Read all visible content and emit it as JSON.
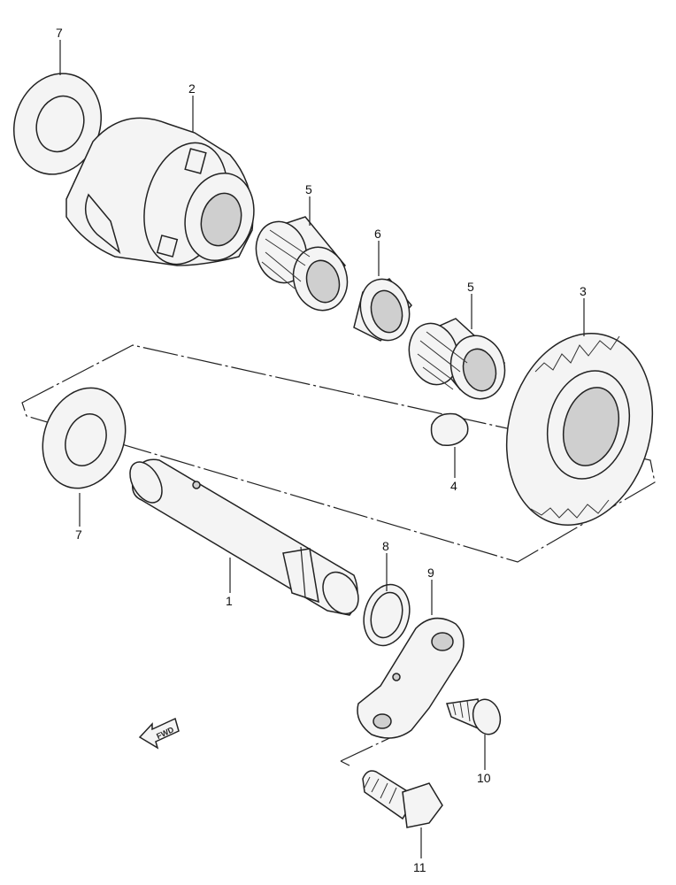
{
  "callouts": [
    {
      "id": "7a",
      "label": "7"
    },
    {
      "id": "2",
      "label": "2"
    },
    {
      "id": "5a",
      "label": "5"
    },
    {
      "id": "6",
      "label": "6"
    },
    {
      "id": "5b",
      "label": "5"
    },
    {
      "id": "3",
      "label": "3"
    },
    {
      "id": "4",
      "label": "4"
    },
    {
      "id": "7b",
      "label": "7"
    },
    {
      "id": "1",
      "label": "1"
    },
    {
      "id": "8",
      "label": "8"
    },
    {
      "id": "9",
      "label": "9"
    },
    {
      "id": "10",
      "label": "10"
    },
    {
      "id": "11",
      "label": "11"
    }
  ],
  "fwd_arrow": {
    "label": "FWD"
  }
}
